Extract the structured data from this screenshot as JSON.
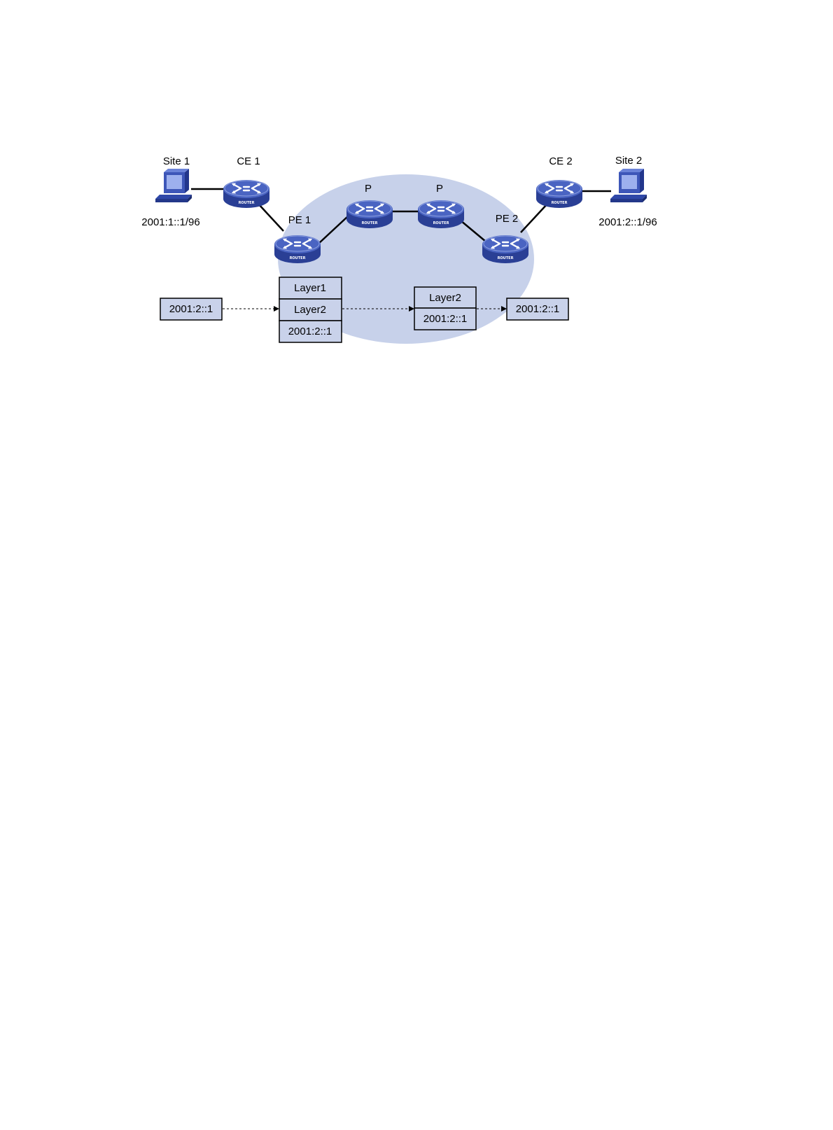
{
  "colors": {
    "cloud": "#c7d1ea",
    "router_top": "#4a64c2",
    "router_side": "#2a3f95",
    "box_fill": "#c9d2ea",
    "line": "#000000"
  },
  "icons": {
    "router": "router-icon",
    "pc": "computer-icon"
  },
  "nodes": {
    "site1": {
      "label": "Site 1",
      "address": "2001:1::1/96"
    },
    "ce1": {
      "label": "CE 1",
      "badge": "ROUTER"
    },
    "pe1": {
      "label": "PE 1",
      "badge": "ROUTER"
    },
    "p1": {
      "label": "P",
      "badge": "ROUTER"
    },
    "p2": {
      "label": "P",
      "badge": "ROUTER"
    },
    "pe2": {
      "label": "PE 2",
      "badge": "ROUTER"
    },
    "ce2": {
      "label": "CE 2",
      "badge": "ROUTER"
    },
    "site2": {
      "label": "Site 2",
      "address": "2001:2::1/96"
    }
  },
  "packets": {
    "ingress": [
      "2001:2::1"
    ],
    "pe1_stack": [
      "Layer1",
      "Layer2",
      "2001:2::1"
    ],
    "core_stack": [
      "Layer2",
      "2001:2::1"
    ],
    "egress": [
      "2001:2::1"
    ]
  }
}
